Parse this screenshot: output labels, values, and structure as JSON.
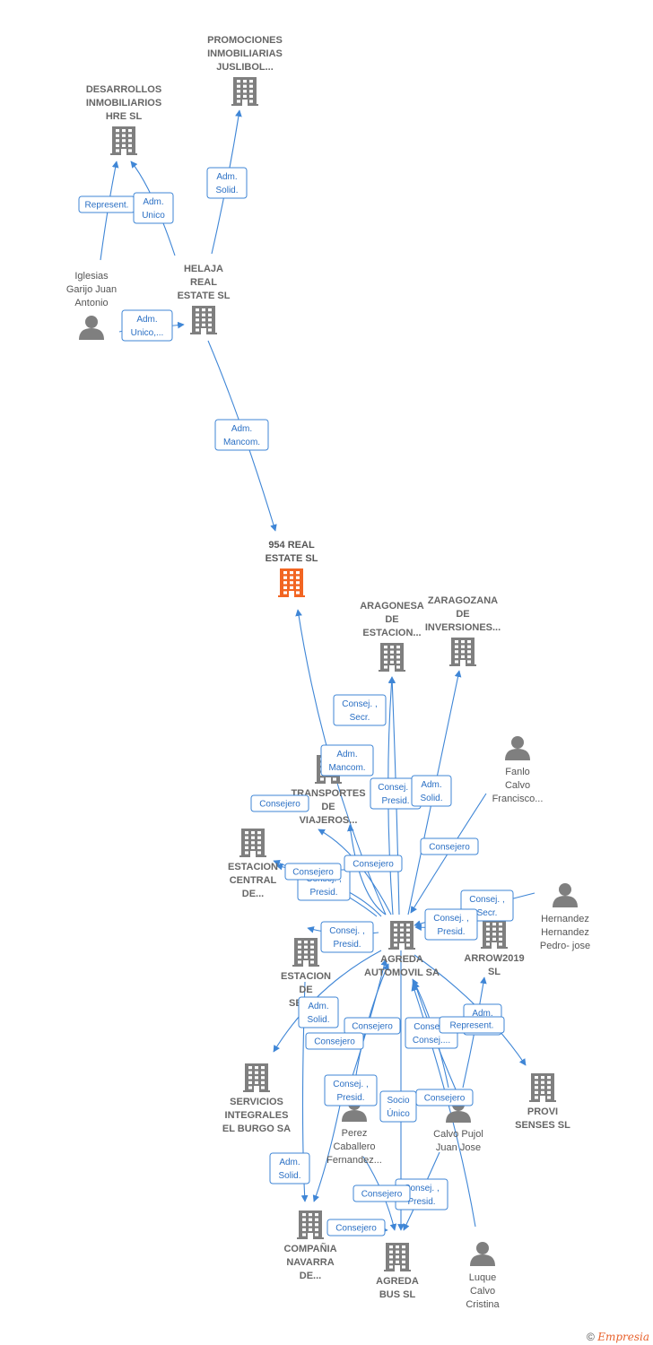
{
  "colors": {
    "building": "#7f7f7f",
    "focus": "#f26522",
    "person": "#7f7f7f",
    "edge": "#3f86d6"
  },
  "nodes": [
    {
      "id": "promociones",
      "type": "company",
      "lines": [
        "PROMOCIONES",
        "INMOBILIARIAS",
        "JUSLIBOL..."
      ]
    },
    {
      "id": "desarrollos",
      "type": "company",
      "lines": [
        "DESARROLLOS",
        "INMOBILIARIOS",
        "HRE  SL"
      ]
    },
    {
      "id": "iglesias",
      "type": "person",
      "lines": [
        "Iglesias",
        "Garijo Juan",
        "Antonio"
      ]
    },
    {
      "id": "helaja",
      "type": "company",
      "lines": [
        "HELAJA",
        "REAL",
        "ESTATE  SL"
      ]
    },
    {
      "id": "r954",
      "type": "focus",
      "lines": [
        "954 REAL",
        "ESTATE  SL"
      ]
    },
    {
      "id": "aragonesa",
      "type": "company",
      "lines": [
        "ARAGONESA",
        "DE",
        "ESTACION..."
      ]
    },
    {
      "id": "zaragozana",
      "type": "company",
      "lines": [
        "ZARAGOZANA",
        "DE",
        "INVERSIONES..."
      ]
    },
    {
      "id": "fanlo",
      "type": "person",
      "lines": [
        "Fanlo",
        "Calvo",
        "Francisco..."
      ]
    },
    {
      "id": "transportes",
      "type": "company",
      "lines": [
        "TRANSPORTES",
        "DE",
        "VIAJEROS..."
      ]
    },
    {
      "id": "estacion_central",
      "type": "company",
      "lines": [
        "ESTACION",
        "CENTRAL",
        "DE..."
      ]
    },
    {
      "id": "hernandez",
      "type": "person",
      "lines": [
        "Hernandez",
        "Hernandez",
        "Pedro- jose"
      ]
    },
    {
      "id": "arrow",
      "type": "company",
      "lines": [
        "ARROW2019",
        "SL"
      ]
    },
    {
      "id": "agreda_auto",
      "type": "company",
      "lines": [
        "AGREDA",
        "AUTOMOVIL SA"
      ]
    },
    {
      "id": "estacion_serv",
      "type": "company",
      "lines": [
        "ESTACION",
        "DE",
        "SERV..."
      ]
    },
    {
      "id": "provi",
      "type": "company",
      "lines": [
        "PROVI",
        "SENSES  SL"
      ]
    },
    {
      "id": "servicios",
      "type": "company",
      "lines": [
        "SERVICIOS",
        "INTEGRALES",
        "EL BURGO SA"
      ]
    },
    {
      "id": "perez",
      "type": "person",
      "lines": [
        "Perez",
        "Caballero",
        "Fernandez..."
      ]
    },
    {
      "id": "calvo_pujol",
      "type": "person",
      "lines": [
        "Calvo Pujol",
        "Juan Jose"
      ]
    },
    {
      "id": "compania",
      "type": "company",
      "lines": [
        "COMPAÑIA",
        "NAVARRA",
        "DE..."
      ]
    },
    {
      "id": "agreda_bus",
      "type": "company",
      "lines": [
        "AGREDA",
        "BUS  SL"
      ]
    },
    {
      "id": "luque",
      "type": "person",
      "lines": [
        "Luque",
        "Calvo",
        "Cristina"
      ]
    }
  ],
  "edges": [
    {
      "from": "helaja",
      "to": "promociones",
      "lines": [
        "Adm.",
        "Solid."
      ]
    },
    {
      "from": "iglesias",
      "to": "desarrollos",
      "lines": [
        "Represent."
      ]
    },
    {
      "from": "helaja",
      "to": "desarrollos",
      "lines": [
        "Adm.",
        "Unico"
      ]
    },
    {
      "from": "iglesias",
      "to": "helaja",
      "lines": [
        "Adm.",
        "Unico,..."
      ]
    },
    {
      "from": "helaja",
      "to": "r954",
      "lines": [
        "Adm.",
        "Mancom."
      ]
    },
    {
      "from": "agreda_auto",
      "to": "r954",
      "lines": [
        "Adm.",
        "Mancom."
      ]
    },
    {
      "from": "agreda_auto",
      "to": "aragonesa",
      "lines": [
        "Consej. ,",
        "Secr."
      ]
    },
    {
      "from": "agreda_auto",
      "to": "aragonesa",
      "lines": [
        "Consej. ,",
        "Presid."
      ]
    },
    {
      "from": "agreda_auto",
      "to": "zaragozana",
      "lines": [
        "Adm.",
        "Solid."
      ]
    },
    {
      "from": "fanlo",
      "to": "agreda_auto",
      "lines": [
        "Consejero"
      ]
    },
    {
      "from": "agreda_auto",
      "to": "transportes",
      "lines": [
        "Consejero"
      ]
    },
    {
      "from": "agreda_auto",
      "to": "transportes",
      "lines": [
        "Consej. ,",
        "Presid."
      ]
    },
    {
      "from": "agreda_auto",
      "to": "estacion_central",
      "lines": [
        "Consejero"
      ]
    },
    {
      "from": "agreda_auto",
      "to": "estacion_central",
      "lines": [
        "Consejero"
      ]
    },
    {
      "from": "hernandez",
      "to": "agreda_auto",
      "lines": [
        "Consej. ,",
        "Secr."
      ]
    },
    {
      "from": "arrow",
      "to": "agreda_auto",
      "lines": [
        "Consej. ,",
        "Presid."
      ]
    },
    {
      "from": "agreda_auto",
      "to": "estacion_serv",
      "lines": [
        "Consej. ,",
        "Presid."
      ]
    },
    {
      "from": "agreda_auto",
      "to": "servicios",
      "lines": [
        "Adm.",
        "Solid."
      ]
    },
    {
      "from": "perez",
      "to": "agreda_auto",
      "lines": [
        "Consejero"
      ]
    },
    {
      "from": "perez",
      "to": "agreda_auto",
      "lines": [
        "Consejero"
      ]
    },
    {
      "from": "calvo_pujol",
      "to": "agreda_auto",
      "lines": [
        "Consej. ,",
        "Consej...."
      ]
    },
    {
      "from": "calvo_pujol",
      "to": "arrow",
      "lines": [
        "Adm.",
        "..."
      ]
    },
    {
      "from": "agreda_auto",
      "to": "provi",
      "lines": [
        "Represent."
      ]
    },
    {
      "from": "perez",
      "to": "compania",
      "lines": [
        "Consej. ,",
        "Presid."
      ]
    },
    {
      "from": "agreda_auto",
      "to": "agreda_bus",
      "lines": [
        "Socio",
        "Único"
      ]
    },
    {
      "from": "calvo_pujol",
      "to": "agreda_auto",
      "lines": [
        "Consejero"
      ]
    },
    {
      "from": "estacion_serv",
      "to": "compania",
      "lines": [
        "Adm.",
        "Solid."
      ]
    },
    {
      "from": "calvo_pujol",
      "to": "agreda_bus",
      "lines": [
        "Consej. ,",
        "Presid."
      ]
    },
    {
      "from": "perez",
      "to": "agreda_bus",
      "lines": [
        "Consejero"
      ]
    },
    {
      "from": "compania",
      "to": "agreda_bus",
      "lines": [
        "Consejero"
      ]
    },
    {
      "from": "luque",
      "to": "agreda_auto",
      "lines": []
    }
  ],
  "footer": {
    "copyright": "©",
    "brand": "Empresia"
  }
}
